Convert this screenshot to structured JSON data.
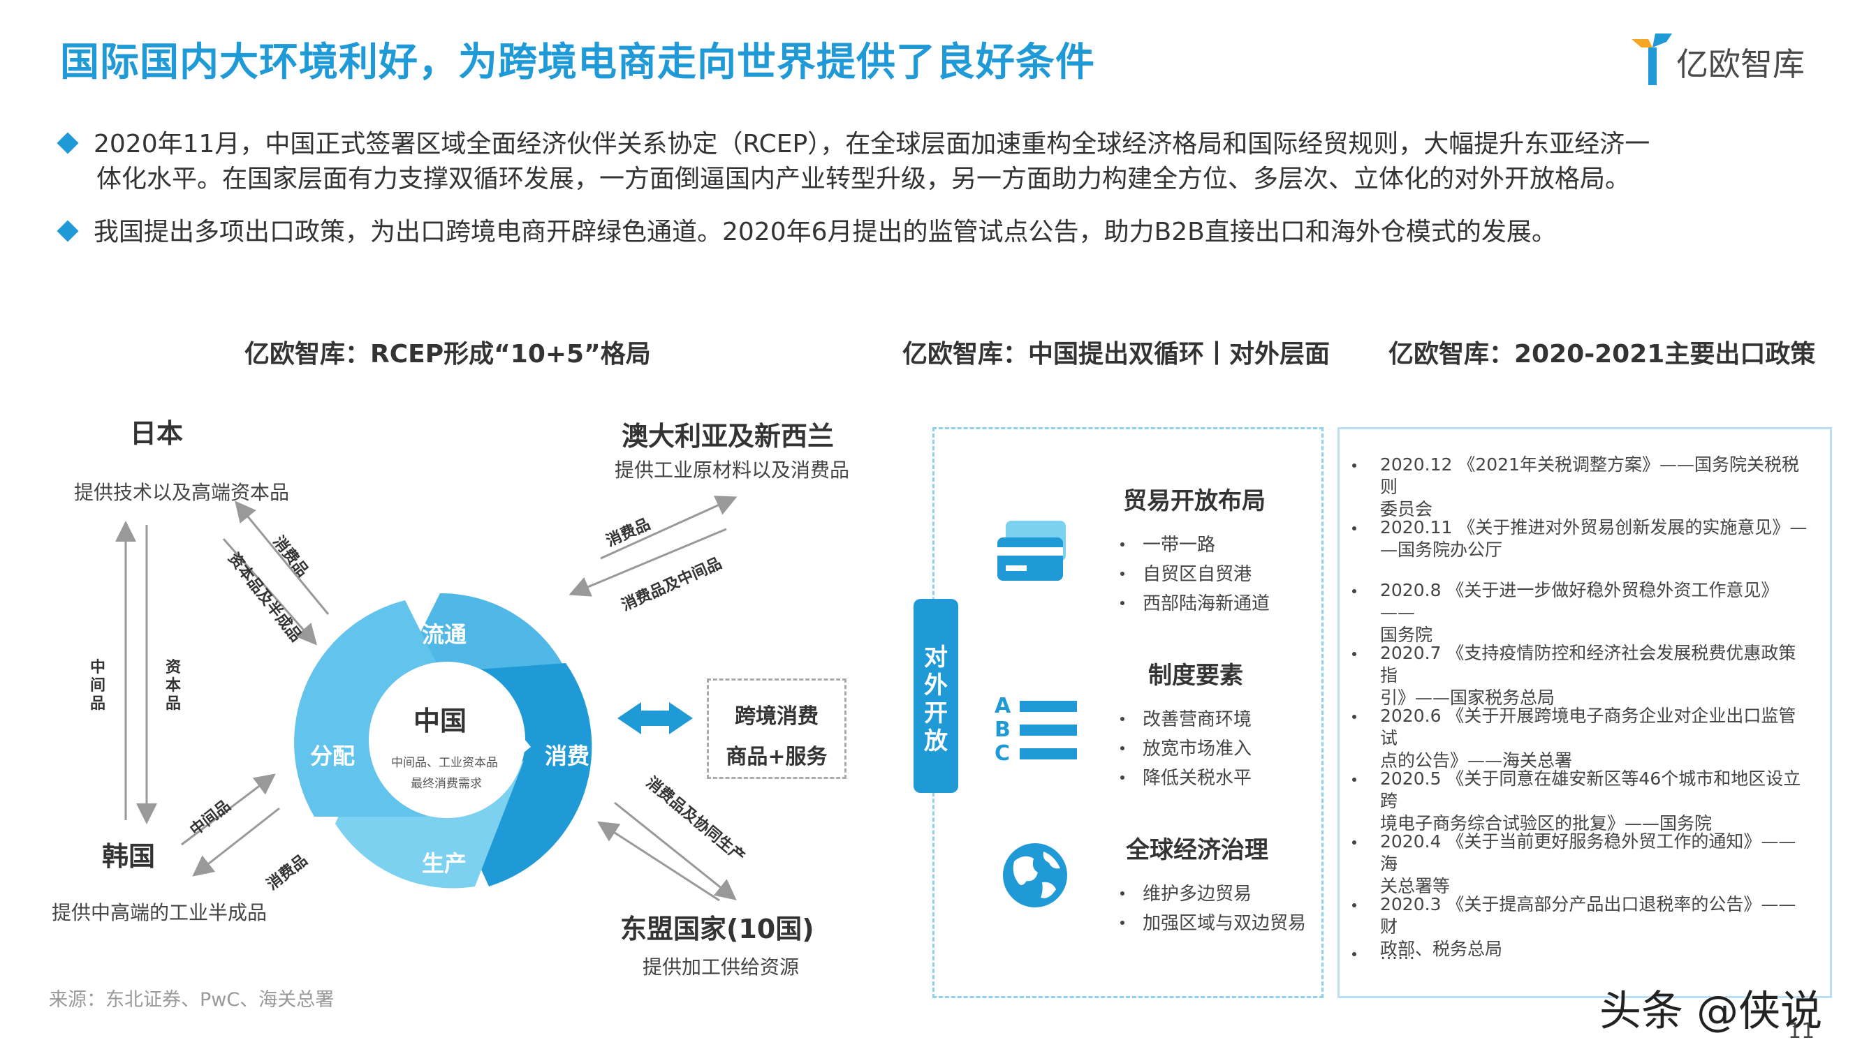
{
  "header": {
    "title": "国际国内大环境利好，为跨境电商走向世界提供了良好条件",
    "logo_text": "亿欧智库"
  },
  "bullets": [
    {
      "line1": "2020年11月，中国正式签署区域全面经济伙伴关系协定（RCEP），在全球层面加速重构全球经济格局和国际经贸规则，大幅提升东亚经济一",
      "line2": "体化水平。在国家层面有力支撑双循环发展，一方面倒逼国内产业转型升级，另一方面助力构建全方位、多层次、立体化的对外开放格局。"
    },
    {
      "line1": "我国提出多项出口政策，为出口跨境电商开辟绿色通道。2020年6月提出的监管试点公告，助力B2B直接出口和海外仓模式的发展。"
    }
  ],
  "sections": {
    "rcep": "亿欧智库：RCEP形成“10+5”格局",
    "dual": "亿欧智库：中国提出双循环丨对外层面",
    "policy": "亿欧智库：2020-2021主要出口政策"
  },
  "rcep": {
    "japan": {
      "name": "日本",
      "desc": "提供技术以及高端资本品"
    },
    "korea": {
      "name": "韩国",
      "desc": "提供中高端的工业半成品"
    },
    "aunz": {
      "name": "澳大利亚及新西兰",
      "desc": "提供工业原材料以及消费品"
    },
    "asean": {
      "name": "东盟国家(10国)",
      "desc": "提供加工供给资源"
    },
    "vertical_left": "中间品",
    "vertical_right": "资本品",
    "arrow_labels": {
      "jp_a": "消费品",
      "jp_b": "资本品及半成品",
      "au_a": "消费品",
      "au_b": "消费品及中间品",
      "kr_a": "中间品",
      "kr_b": "消费品",
      "as_a": "消费品及协同生产"
    },
    "cycle": {
      "top": "流通",
      "left": "分配",
      "right": "消费",
      "bottom": "生产",
      "center_title": "中国",
      "center_sub1": "中间品、工业资本品",
      "center_sub2": "最终消费需求"
    },
    "cross_box": {
      "line1": "跨境消费",
      "line2": "商品+服务"
    },
    "colors": {
      "light": "#7dd1f0",
      "mid": "#4fb8e6",
      "dark": "#1f9ad6"
    }
  },
  "dual": {
    "bar_label": [
      "对",
      "外",
      "开",
      "放"
    ],
    "groups": [
      {
        "title": "贸易开放布局",
        "icon": "credit-card-icon",
        "items": [
          "一带一路",
          "自贸区自贸港",
          "西部陆海新通道"
        ]
      },
      {
        "title": "制度要素",
        "icon": "abc-list-icon",
        "items": [
          "改善营商环境",
          "放宽市场准入",
          "降低关税水平"
        ]
      },
      {
        "title": "全球经济治理",
        "icon": "globe-icon",
        "items": [
          "维护多边贸易",
          "加强区域与双边贸易"
        ]
      }
    ],
    "abc": [
      "A",
      "B",
      "C"
    ]
  },
  "policies": [
    {
      "l1": "2020.12 《2021年关税调整方案》——国务院关税税则",
      "l2": "委员会"
    },
    {
      "l1": "2020.11 《关于推进对外贸易创新发展的实施意见》—",
      "l2": "—国务院办公厅"
    },
    {
      "l1": "2020.8 《关于进一步做好稳外贸稳外资工作意见》——",
      "l2": "国务院"
    },
    {
      "l1": "2020.7 《支持疫情防控和经济社会发展税费优惠政策指",
      "l2": "引》——国家税务总局"
    },
    {
      "l1": "2020.6 《关于开展跨境电子商务企业对企业出口监管试",
      "l2": "点的公告》——海关总署"
    },
    {
      "l1": "2020.5 《关于同意在雄安新区等46个城市和地区设立跨",
      "l2": "境电子商务综合试验区的批复》——国务院"
    },
    {
      "l1": "2020.4 《关于当前更好服务稳外贸工作的通知》——海",
      "l2": "关总署等"
    },
    {
      "l1": "2020.3 《关于提高部分产品出口退税率的公告》——财",
      "l2": "政部、税务总局"
    },
    {
      "l1": "……",
      "l2": ""
    }
  ],
  "footer": {
    "source": "来源：东北证券、PwC、海关总署",
    "watermark": "头条 @侠说",
    "page": "11"
  }
}
